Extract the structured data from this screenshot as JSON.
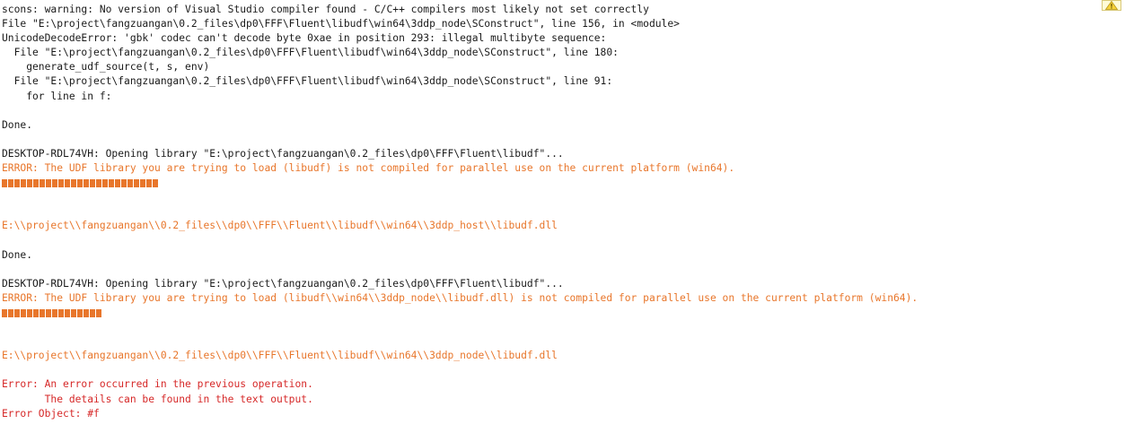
{
  "console": {
    "lines": [
      {
        "text": "scons: warning: No version of Visual Studio compiler found - C/C++ compilers most likely not set correctly",
        "style": "black"
      },
      {
        "text": "File \"E:\\project\\fangzuangan\\0.2_files\\dp0\\FFF\\Fluent\\libudf\\win64\\3ddp_node\\SConstruct\", line 156, in <module>",
        "style": "black"
      },
      {
        "text": "UnicodeDecodeError: 'gbk' codec can't decode byte 0xae in position 293: illegal multibyte sequence:",
        "style": "black"
      },
      {
        "text": "  File \"E:\\project\\fangzuangan\\0.2_files\\dp0\\FFF\\Fluent\\libudf\\win64\\3ddp_node\\SConstruct\", line 180:",
        "style": "black"
      },
      {
        "text": "    generate_udf_source(t, s, env)",
        "style": "black"
      },
      {
        "text": "  File \"E:\\project\\fangzuangan\\0.2_files\\dp0\\FFF\\Fluent\\libudf\\win64\\3ddp_node\\SConstruct\", line 91:",
        "style": "black"
      },
      {
        "text": "    for line in f:",
        "style": "black"
      },
      {
        "text": "",
        "style": "blank"
      },
      {
        "text": "Done.",
        "style": "black"
      },
      {
        "text": "",
        "style": "blank"
      },
      {
        "text": "DESKTOP-RDL74VH: Opening library \"E:\\project\\fangzuangan\\0.2_files\\dp0\\FFF\\Fluent\\libudf\"...",
        "style": "black"
      },
      {
        "text": "ERROR: The UDF library you are trying to load (libudf) is not compiled for parallel use on the current platform (win64).",
        "style": "err"
      },
      {
        "progress": 0.222,
        "blocks": 25,
        "style": "progress"
      },
      {
        "text": "",
        "style": "blank"
      },
      {
        "text": "",
        "style": "blank"
      },
      {
        "text": "E:\\\\project\\\\fangzuangan\\\\0.2_files\\\\dp0\\\\FFF\\\\Fluent\\\\libudf\\\\win64\\\\3ddp_host\\\\libudf.dll",
        "style": "err"
      },
      {
        "text": "",
        "style": "blank"
      },
      {
        "text": "Done.",
        "style": "black"
      },
      {
        "text": "",
        "style": "blank"
      },
      {
        "text": "DESKTOP-RDL74VH: Opening library \"E:\\project\\fangzuangan\\0.2_files\\dp0\\FFF\\Fluent\\libudf\"...",
        "style": "black"
      },
      {
        "text": "ERROR: The UDF library you are trying to load (libudf\\\\win64\\\\3ddp_node\\\\libudf.dll) is not compiled for parallel use on the current platform (win64).",
        "style": "err"
      },
      {
        "progress": 0.142,
        "blocks": 16,
        "style": "progress"
      },
      {
        "text": "",
        "style": "blank"
      },
      {
        "text": "",
        "style": "blank"
      },
      {
        "text": "E:\\\\project\\\\fangzuangan\\\\0.2_files\\\\dp0\\\\FFF\\\\Fluent\\\\libudf\\\\win64\\\\3ddp_node\\\\libudf.dll",
        "style": "err"
      },
      {
        "text": "",
        "style": "blank"
      },
      {
        "text": "Error: An error occurred in the previous operation.",
        "style": "red"
      },
      {
        "text": "       The details can be found in the text output.",
        "style": "red"
      },
      {
        "text": "Error Object: #f",
        "style": "red"
      }
    ]
  },
  "icons": {
    "warning": "warning-triangle-icon"
  },
  "colors": {
    "text": "#1a1a1a",
    "error_orange": "#e8762b",
    "error_red": "#d62828",
    "background": "#ffffff"
  }
}
